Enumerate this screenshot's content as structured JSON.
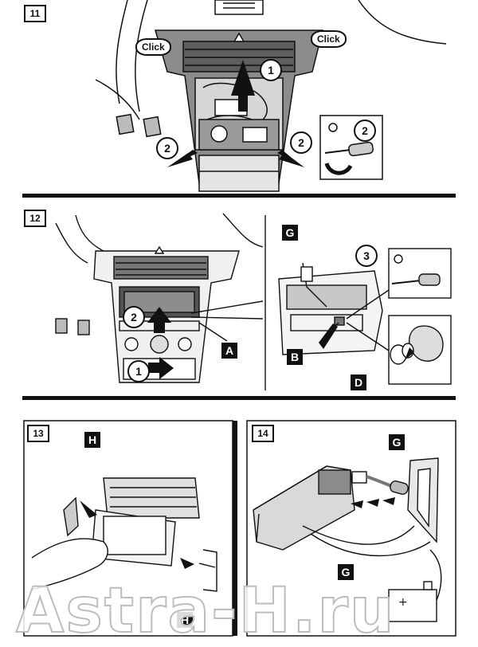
{
  "steps": [
    {
      "number": "11",
      "click_left": "Click",
      "click_right": "Click",
      "callouts": [
        "1",
        "2",
        "2",
        "2"
      ]
    },
    {
      "number": "12",
      "callouts": [
        "2",
        "1",
        "3"
      ],
      "labels": [
        "G",
        "A",
        "B",
        "D"
      ]
    },
    {
      "number": "13",
      "labels": [
        "H",
        "H"
      ]
    },
    {
      "number": "14",
      "labels": [
        "G",
        "G"
      ]
    }
  ],
  "watermark": "Astra-H.ru"
}
